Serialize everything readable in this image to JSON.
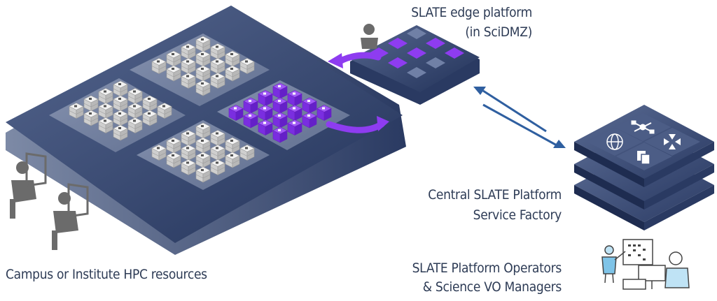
{
  "labels": {
    "edge_line1": "SLATE edge platform",
    "edge_line2": "(in SciDMZ)",
    "central_line1": "Central SLATE Platform",
    "central_line2": "Service Factory",
    "ops_line1": "SLATE Platform Operators",
    "ops_line2": "& Science VO Managers",
    "campus": "Campus or Institute HPC resources"
  },
  "colors": {
    "platform": "#3a4c78",
    "platform_dark": "#243459",
    "server": "#e6e6e6",
    "highlight": "#8e3cf0",
    "arrow": "#2f5fa0",
    "text": "#2d3b55",
    "figure": "#6b6b6b"
  },
  "icons": [
    "person-icon",
    "user-at-computer-icon",
    "sphere-icon",
    "network-icon",
    "arrows-in-icon",
    "copy-icon",
    "presenter-icon"
  ]
}
